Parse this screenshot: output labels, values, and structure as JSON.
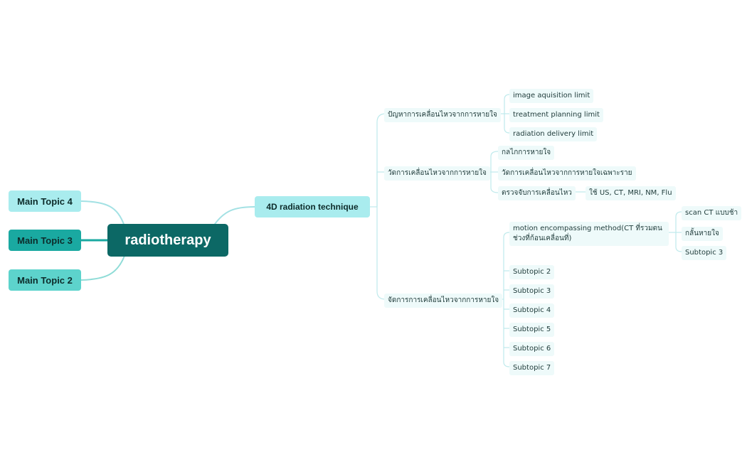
{
  "central": {
    "label": "radiotherapy"
  },
  "main_topics": {
    "t4": "Main Topic 4",
    "t3": "Main Topic 3",
    "t2": "Main Topic 2",
    "t1": "4D radiation technique"
  },
  "branches": {
    "problem": {
      "label": "ปัญหาการเคลื่อนไหวจากการหายใจ",
      "children": [
        "image aquisition limit",
        "treatment planning limit",
        "radiation delivery limit"
      ]
    },
    "measure": {
      "label": "วัดการเคลื่อนไหวจากการหายใจ",
      "children": [
        "กลไกการหายใจ",
        "วัดการเคลื่อนไหวจากการหายใจเฉพาะราย",
        "ตรวจจับการเคลื่อนไหว"
      ],
      "detect_child": "ใช้ US, CT, MRI, NM, Flu"
    },
    "manage": {
      "label": "จัดการการเคลื่อนไหวจากการหายใจ",
      "children": [
        "motion encompassing method(CT ที่รวมตนช่วงที่ก้อนเคลื่อนที่)",
        "Subtopic 2",
        "Subtopic 3",
        "Subtopic 4",
        "Subtopic 5",
        "Subtopic 6",
        "Subtopic 7"
      ],
      "motion_children": [
        "scan CT แบบช้า",
        "กลั้นหายใจ",
        "Subtopic 3"
      ]
    }
  },
  "colors": {
    "central": "#0c6865",
    "main_light": "#a9ecee",
    "main_mid": "#1aa9a1",
    "main_teal": "#5dd3cc",
    "line": "#9fe3e6",
    "sub_bg": "#eefafa"
  }
}
